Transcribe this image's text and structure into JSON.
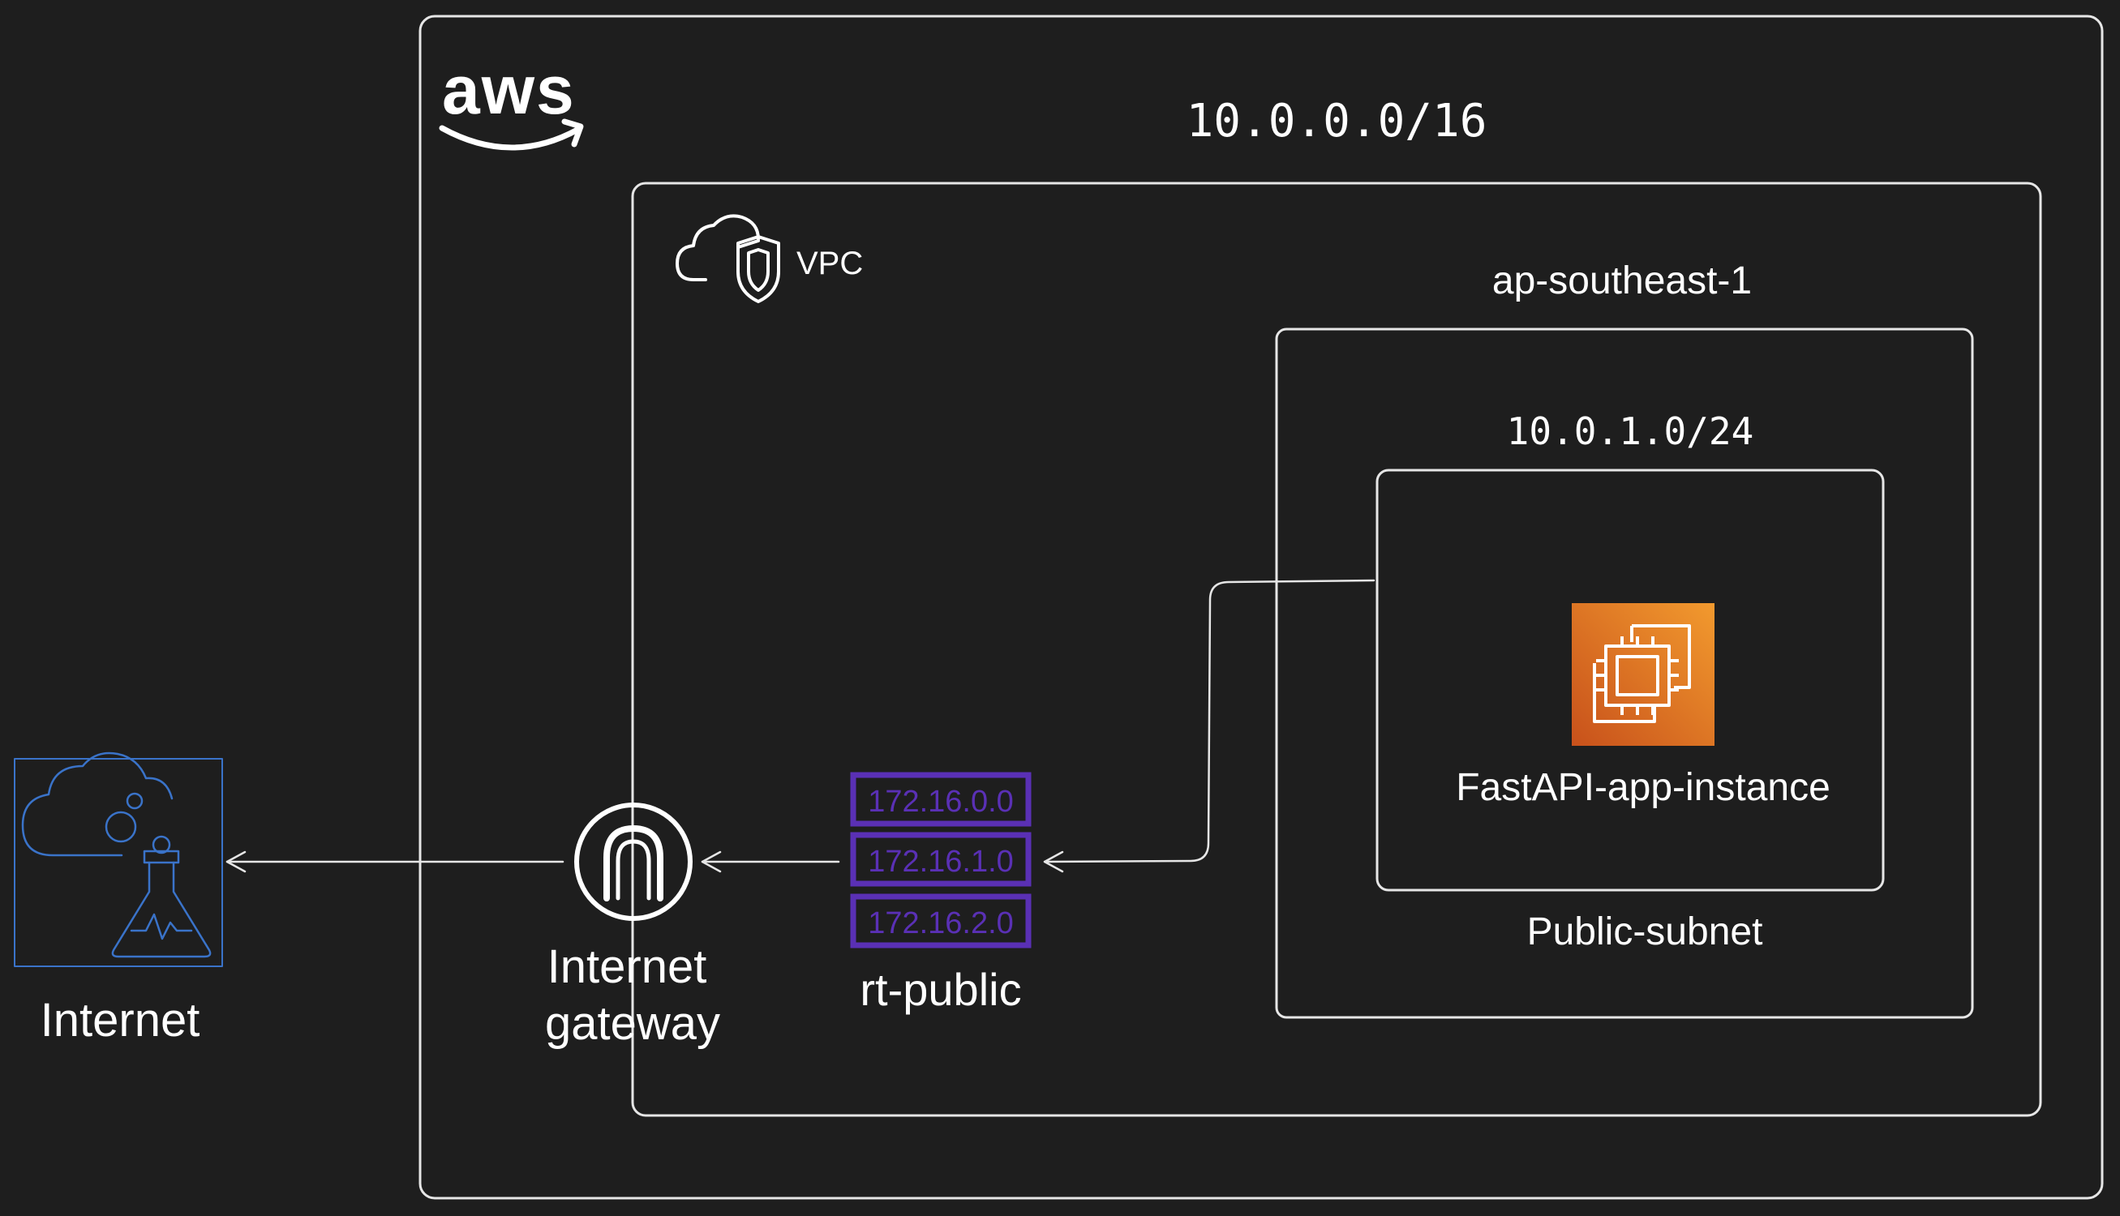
{
  "aws_logo_text": "aws",
  "vpc": {
    "cidr": "10.0.0.0/16",
    "label": "VPC"
  },
  "region": "ap-southeast-1",
  "subnet": {
    "cidr": "10.0.1.0/24",
    "name": "Public-subnet"
  },
  "instance": {
    "name": "FastAPI-app-instance",
    "icon": "ec2-instance-icon"
  },
  "route_table": {
    "name": "rt-public",
    "routes": [
      "172.16.0.0",
      "172.16.1.0",
      "172.16.2.0"
    ],
    "icon": "route-table-icon"
  },
  "internet_gateway": {
    "label_line1": "Internet",
    "label_line2": "gateway",
    "icon": "internet-gateway-icon"
  },
  "internet": {
    "label": "Internet",
    "icon": "cloud-flask-icon"
  },
  "colors": {
    "background": "#1e1e1e",
    "line": "#e6e6e6",
    "ec2_gradient_start": "#c8511b",
    "ec2_gradient_end": "#f29a2e",
    "route_table": "#5a30b5",
    "internet_icon": "#3a73c9"
  }
}
